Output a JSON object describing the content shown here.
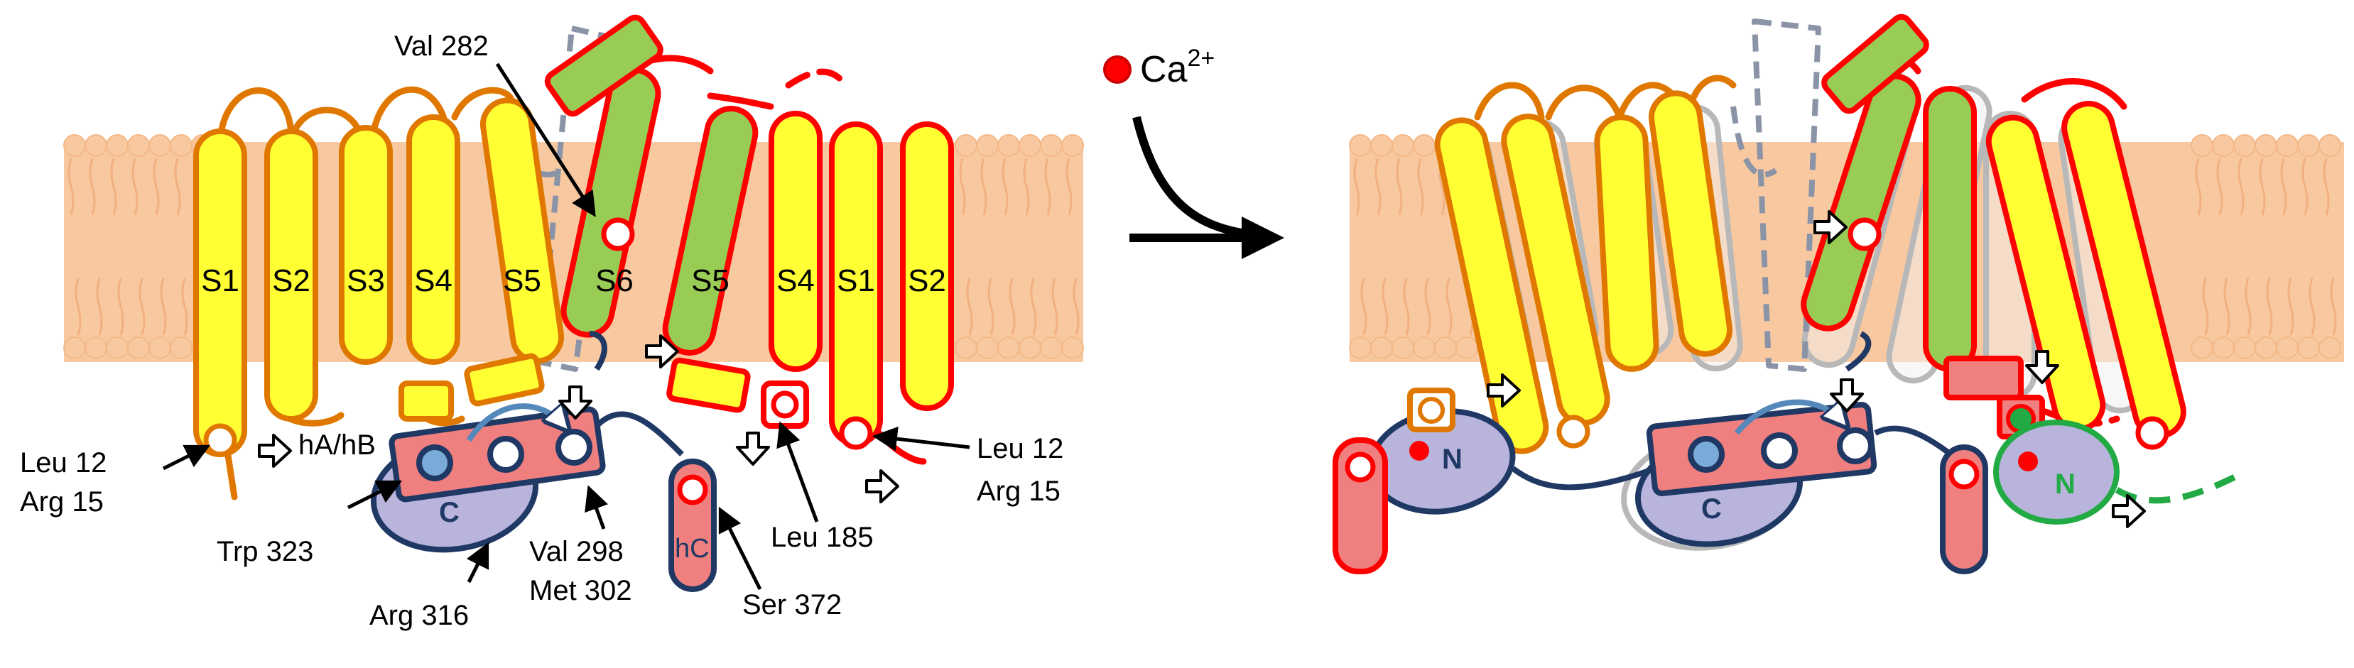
{
  "segments_left": {
    "chain1": [
      "S1",
      "S2",
      "S3",
      "S4",
      "S5"
    ],
    "chain2": [
      "S6",
      "S5",
      "S4",
      "S1",
      "S2"
    ]
  },
  "labels": {
    "val282": "Val 282",
    "leu12_left": "Leu 12",
    "arg15_left": "Arg 15",
    "hAhB": "hA/hB",
    "trp323": "Trp 323",
    "arg316": "Arg 316",
    "val298": "Val 298",
    "met302": "Met 302",
    "hC": "hC",
    "ser372": "Ser 372",
    "leu185": "Leu 185",
    "leu12_right": "Leu 12",
    "arg15_right": "Arg 15",
    "domain_c": "C",
    "domain_n": "N",
    "ca_base": "Ca",
    "ca_sup": "2+"
  },
  "colors": {
    "membrane": "#f8c9a0",
    "helix_yellow": "#ffff33",
    "helix_green": "#99cc55",
    "chain1_outline": "#e07800",
    "chain2_outline": "#ff0000",
    "calcium": "#ff0000",
    "navy": "#1f3864",
    "lavender": "#b8b4dc",
    "pink": "#f08080",
    "green_n": "#22aa44",
    "gray_ghost": "#8a94a6"
  }
}
